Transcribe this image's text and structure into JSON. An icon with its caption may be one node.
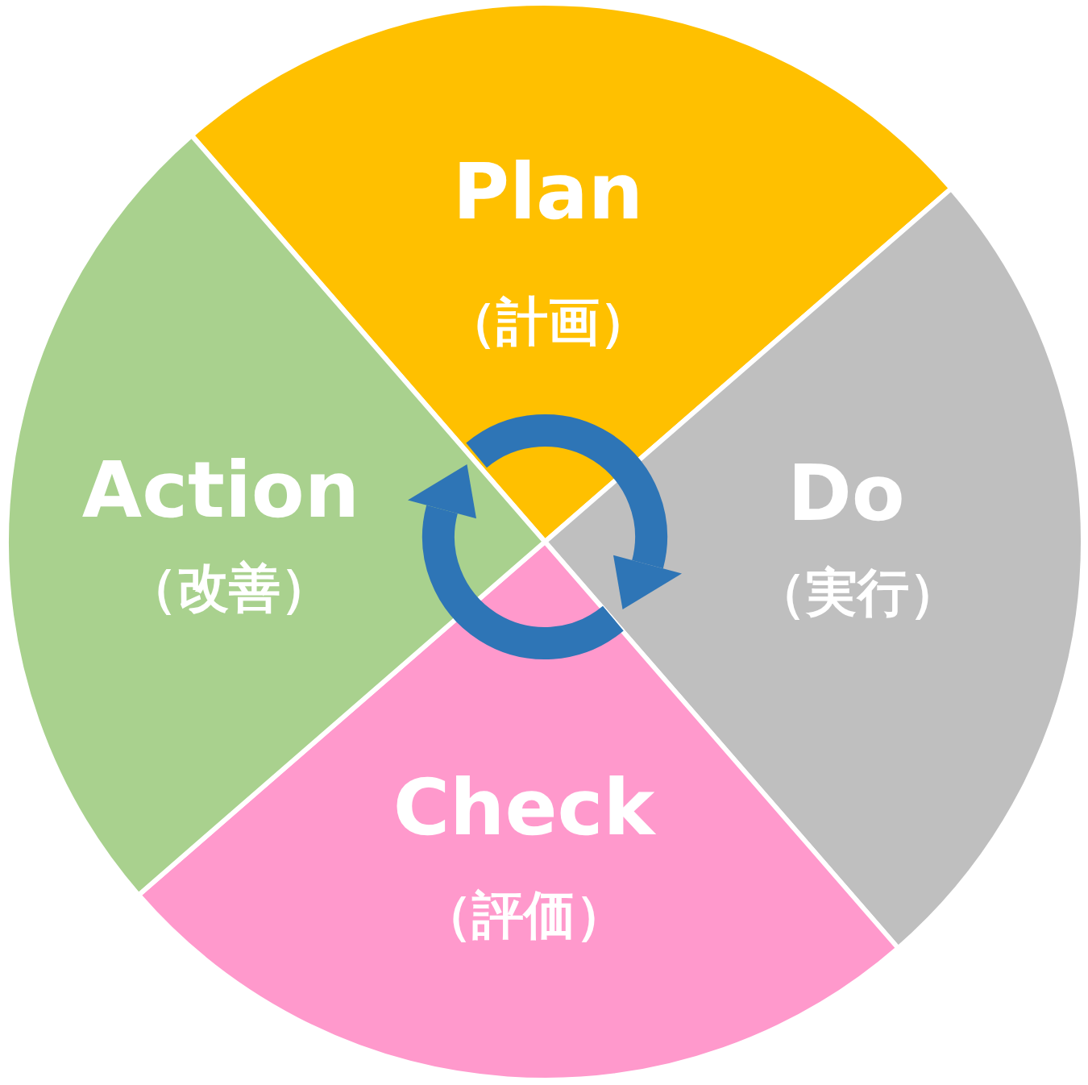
{
  "diagram": {
    "nodes": [
      {
        "text": [
          "Plan",
          "（計画）"
        ]
      },
      {
        "text": [
          "Do",
          "（実行）"
        ]
      },
      {
        "text": [
          "Check",
          "（評価）"
        ]
      },
      {
        "text": [
          "Action",
          "（改善）"
        ]
      }
    ]
  }
}
